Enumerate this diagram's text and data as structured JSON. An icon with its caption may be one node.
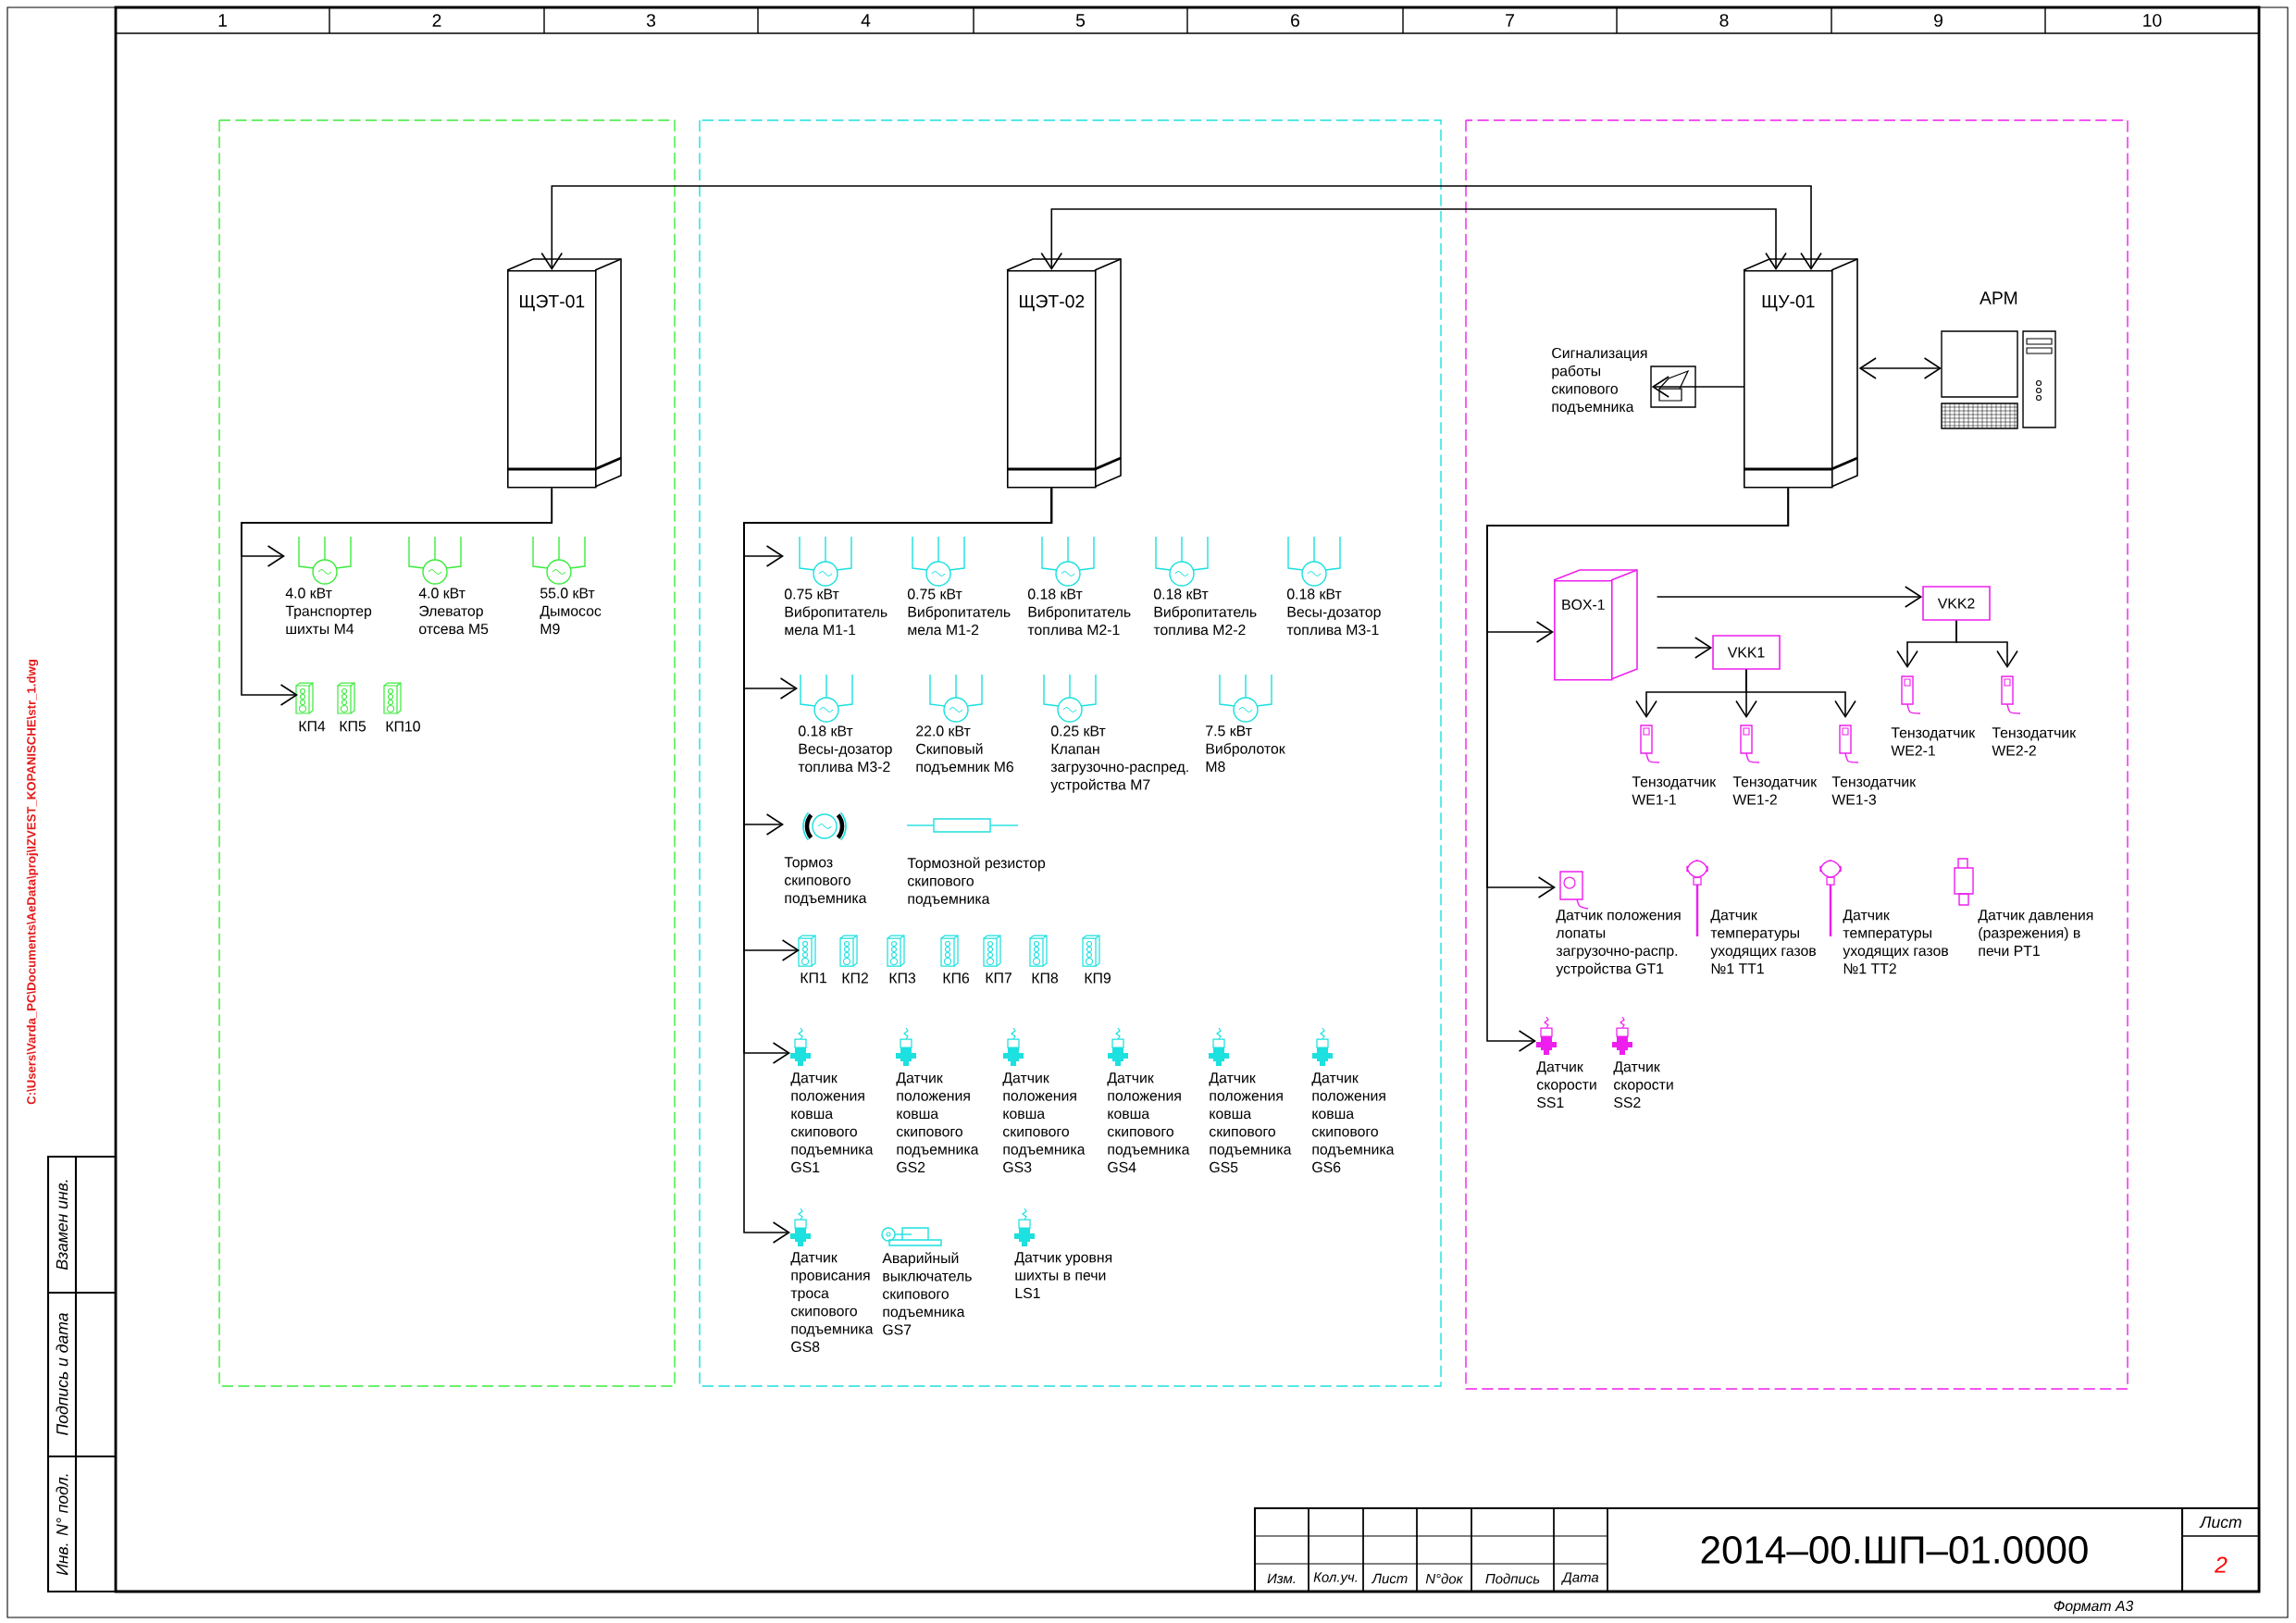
{
  "diagram": {
    "nodes": [
      {
        "text": [
          "ЩЭТ-01"
        ]
      },
      {
        "text": [
          "ЩЭТ-02"
        ]
      },
      {
        "text": [
          "ЩУ-01"
        ]
      },
      {
        "text": [
          "АРМ"
        ]
      },
      {
        "text": [
          "Сигнализация работы скипового подъемника"
        ]
      },
      {
        "text": [
          "4.0 кВт",
          "Транспортер шихты M4"
        ]
      },
      {
        "text": [
          "4.0 кВт",
          "Элеватор отсева M5"
        ]
      },
      {
        "text": [
          "55.0 кВт",
          "Дымосос M9"
        ]
      },
      {
        "text": [
          "КП4"
        ]
      },
      {
        "text": [
          "КП5"
        ]
      },
      {
        "text": [
          "КП10"
        ]
      },
      {
        "text": [
          "0.75 кВт",
          "Вибропитатель мела M1-1"
        ]
      },
      {
        "text": [
          "0.75 кВт",
          "Вибропитатель мела M1-2"
        ]
      },
      {
        "text": [
          "0.18 кВт",
          "Вибропитатель топлива M2-1"
        ]
      },
      {
        "text": [
          "0.18 кВт",
          "Вибропитатель топлива M2-2"
        ]
      },
      {
        "text": [
          "0.18 кВт",
          "Весы-дозатор топлива M3-1"
        ]
      },
      {
        "text": [
          "0.18 кВт",
          "Весы-дозатор топлива M3-2"
        ]
      },
      {
        "text": [
          "22.0 кВт",
          "Скиповый подъемник M6"
        ]
      },
      {
        "text": [
          "0.25 кВт",
          "Клапан загрузочно-распред. устройства M7"
        ]
      },
      {
        "text": [
          "7.5 кВт",
          "Вибролоток M8"
        ]
      },
      {
        "text": [
          "Тормоз скипового подъемника"
        ]
      },
      {
        "text": [
          "Тормозной резистор скипового подъемника"
        ]
      },
      {
        "text": [
          "КП1"
        ]
      },
      {
        "text": [
          "КП2"
        ]
      },
      {
        "text": [
          "КП3"
        ]
      },
      {
        "text": [
          "КП6"
        ]
      },
      {
        "text": [
          "КП7"
        ]
      },
      {
        "text": [
          "КП8"
        ]
      },
      {
        "text": [
          "КП9"
        ]
      },
      {
        "text": [
          "Датчик положения ковша скипового подъемника GS1"
        ]
      },
      {
        "text": [
          "Датчик положения ковша скипового подъемника GS2"
        ]
      },
      {
        "text": [
          "Датчик положения ковша скипового подъемника GS3"
        ]
      },
      {
        "text": [
          "Датчик положения ковша скипового подъемника GS4"
        ]
      },
      {
        "text": [
          "Датчик положения ковша скипового подъемника GS5"
        ]
      },
      {
        "text": [
          "Датчик положения ковша скипового подъемника GS6"
        ]
      },
      {
        "text": [
          "Датчик провисания троса скипового подъемника GS8"
        ]
      },
      {
        "text": [
          "Аварийный выключатель скипового подъемника GS7"
        ]
      },
      {
        "text": [
          "Датчик уровня шихты в печи LS1"
        ]
      },
      {
        "text": [
          "BOX-1"
        ]
      },
      {
        "text": [
          "VKK1"
        ]
      },
      {
        "text": [
          "VKK2"
        ]
      },
      {
        "text": [
          "Тензодатчик WE1-1"
        ]
      },
      {
        "text": [
          "Тензодатчик WE1-2"
        ]
      },
      {
        "text": [
          "Тензодатчик WE1-3"
        ]
      },
      {
        "text": [
          "Тензодатчик WE2-1"
        ]
      },
      {
        "text": [
          "Тензодатчик WE2-2"
        ]
      },
      {
        "text": [
          "Датчик положения лопаты загрузочно-распр. устройства GT1"
        ]
      },
      {
        "text": [
          "Датчик температуры уходящих газов №1 TT1"
        ]
      },
      {
        "text": [
          "Датчик температуры уходящих газов №1 TT2"
        ]
      },
      {
        "text": [
          "Датчик давления (разрежения) в печи PT1"
        ]
      },
      {
        "text": [
          "Датчик скорости SS1"
        ]
      },
      {
        "text": [
          "Датчик скорости SS2"
        ]
      }
    ],
    "edges": [
      {
        "from": 0,
        "to": 2,
        "arrow": "both"
      },
      {
        "from": 1,
        "to": 2,
        "arrow": "both"
      },
      {
        "from": 2,
        "to": 3,
        "arrow": "both"
      },
      {
        "from": 2,
        "to": 4,
        "arrow": "to"
      },
      {
        "from": 0,
        "to": 5,
        "arrow": "to"
      },
      {
        "from": 0,
        "to": 8,
        "arrow": "to"
      },
      {
        "from": 1,
        "to": 11,
        "arrow": "to"
      },
      {
        "from": 1,
        "to": 16,
        "arrow": "to"
      },
      {
        "from": 1,
        "to": 20,
        "arrow": "to"
      },
      {
        "from": 1,
        "to": 22,
        "arrow": "to"
      },
      {
        "from": 1,
        "to": 29,
        "arrow": "to"
      },
      {
        "from": 1,
        "to": 35,
        "arrow": "to"
      },
      {
        "from": 2,
        "to": 38,
        "arrow": "to"
      },
      {
        "from": 2,
        "to": 46,
        "arrow": "to"
      },
      {
        "from": 2,
        "to": 50,
        "arrow": "to"
      },
      {
        "from": 38,
        "to": 40,
        "arrow": "to"
      },
      {
        "from": 38,
        "to": 39,
        "arrow": "to"
      },
      {
        "from": 39,
        "to": 41,
        "arrow": "to"
      },
      {
        "from": 39,
        "to": 42,
        "arrow": "to"
      },
      {
        "from": 39,
        "to": 43,
        "arrow": "to"
      },
      {
        "from": 40,
        "to": 44,
        "arrow": "to"
      },
      {
        "from": 40,
        "to": 45,
        "arrow": "to"
      }
    ],
    "labels": [
      "1",
      "2",
      "3",
      "4",
      "5",
      "6",
      "7",
      "8",
      "9",
      "10",
      "Взамен инв.",
      "Подпись и дата",
      "Инв. N° подл.",
      "C:\\Users\\Varda_PC\\Documents\\AeData\\proj\\IZVEST_KOPANISCHE\\str_1.dwg",
      "Изм.",
      "Кол.уч.",
      "Лист",
      "N°док",
      "Подпись",
      "Дата",
      "2014–00.ШП–01.0000",
      "Лист",
      "2",
      "Формат А3"
    ]
  }
}
